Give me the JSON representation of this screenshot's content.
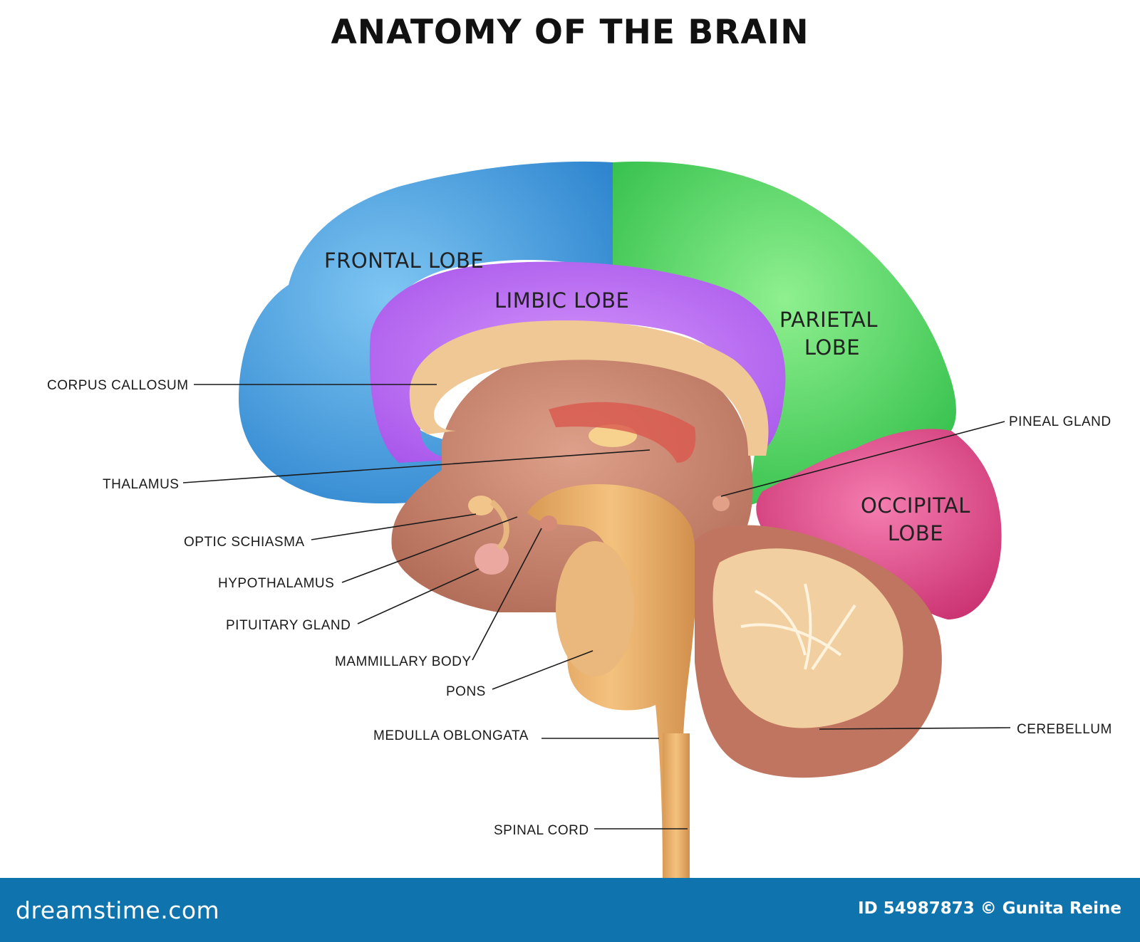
{
  "title": "ANATOMY OF THE BRAIN",
  "lobes": {
    "frontal": "FRONTAL LOBE",
    "limbic": "LIMBIC LOBE",
    "parietal_1": "PARIETAL",
    "parietal_2": "LOBE",
    "occipital_1": "OCCIPITAL",
    "occipital_2": "LOBE"
  },
  "labels": {
    "corpus_callosum": "CORPUS CALLOSUM",
    "thalamus": "THALAMUS",
    "optic_schiasma": "OPTIC SCHIASMA",
    "hypothalamus": "HYPOTHALAMUS",
    "pituitary_gland": "PITUITARY GLAND",
    "mammillary_body": "MAMMILLARY BODY",
    "pons": "PONS",
    "medulla_oblongata": "MEDULLA OBLONGATA",
    "spinal_cord": "SPINAL CORD",
    "pineal_gland": "PINEAL GLAND",
    "cerebellum": "CEREBELLUM"
  },
  "colors": {
    "frontal": "#4aa6e6",
    "limbic": "#b865f0",
    "parietal": "#4fd65c",
    "occipital": "#e24b8c",
    "tissue": "#c9826e",
    "corpus": "#f0c896",
    "footer": "#0f74ad"
  },
  "footer": {
    "logo": "dreamstime.com",
    "credit": "ID 54987873 © Gunita Reine"
  }
}
